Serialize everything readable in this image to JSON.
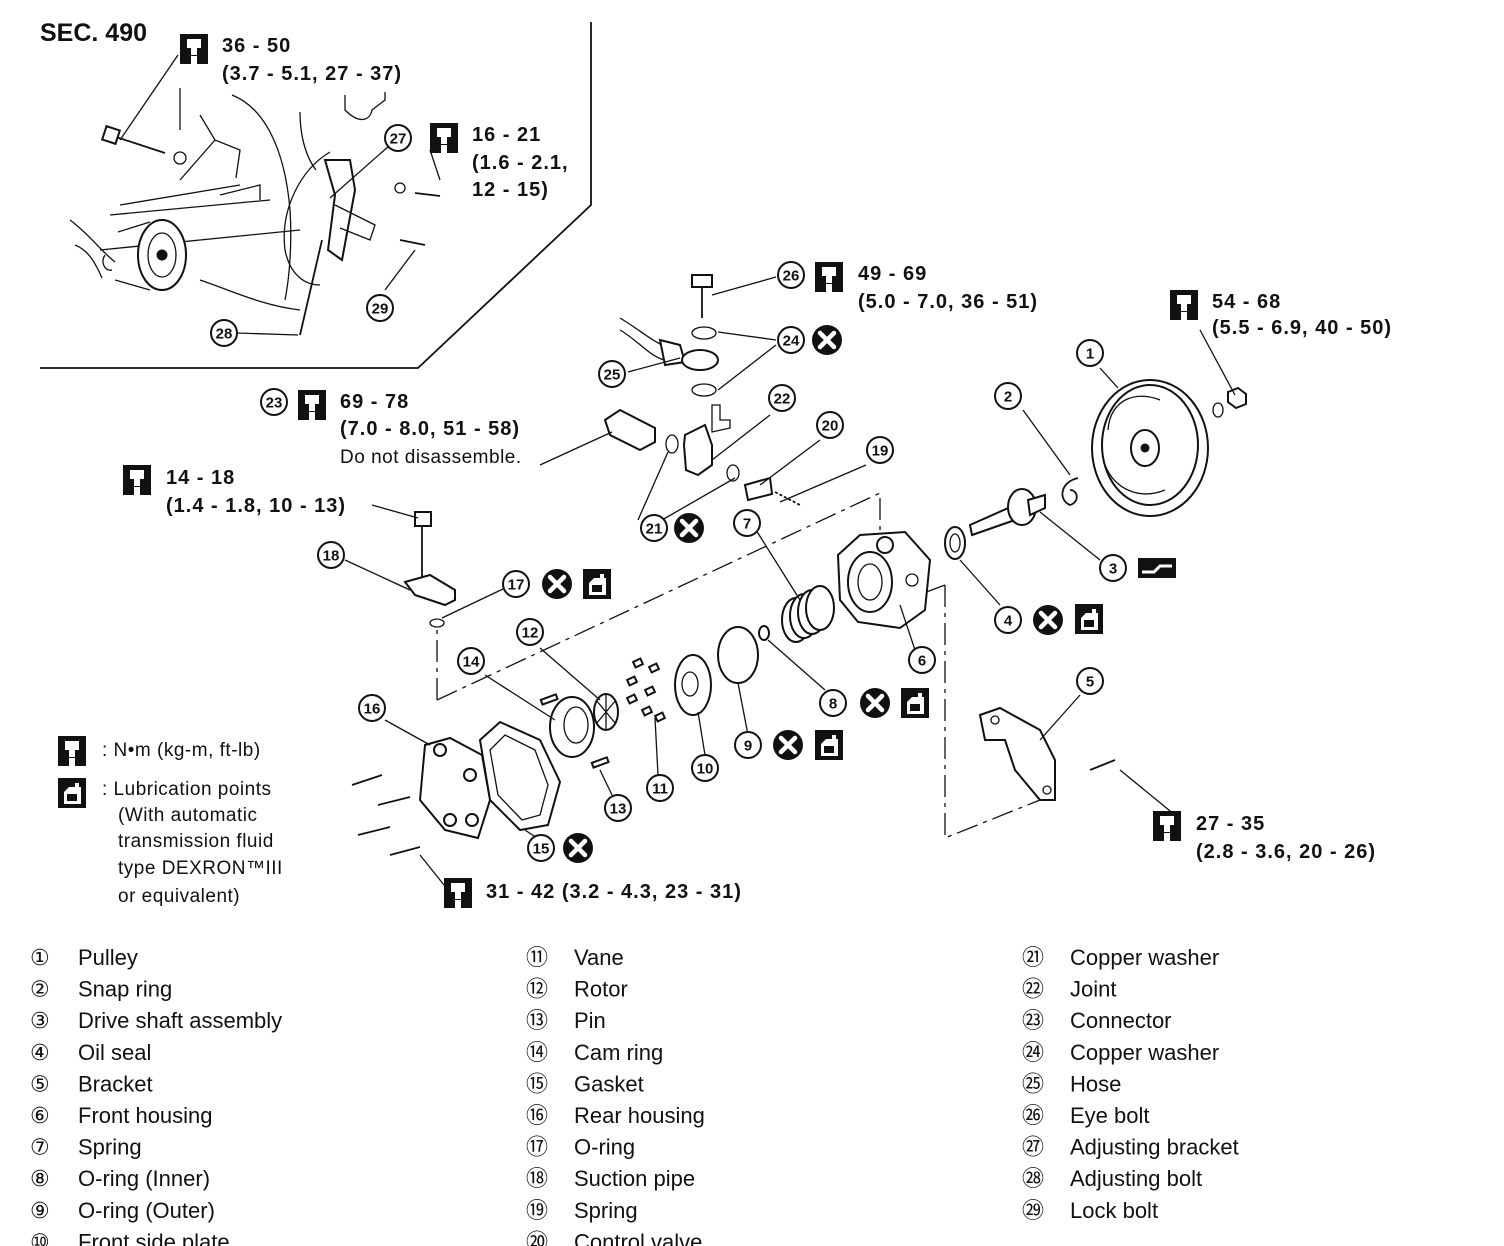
{
  "section": "SEC. 490",
  "torque_callouts": [
    {
      "id": "t-36-50",
      "line1": "36 - 50",
      "line2": "(3.7 - 5.1, 27 - 37)"
    },
    {
      "id": "t-16-21",
      "line1": "16 - 21",
      "line2": "(1.6 - 2.1,",
      "line3": "12 - 15)"
    },
    {
      "id": "t-49-69",
      "line1": "49 - 69",
      "line2": "(5.0 - 7.0, 36 - 51)"
    },
    {
      "id": "t-54-68",
      "line1": "54 - 68",
      "line2": "(5.5 - 6.9, 40 - 50)"
    },
    {
      "id": "t-69-78",
      "line1": "69 - 78",
      "line2": "(7.0 - 8.0, 51 - 58)",
      "line3": "Do not disassemble."
    },
    {
      "id": "t-14-18",
      "line1": "14 - 18",
      "line2": "(1.4 - 1.8, 10 - 13)"
    },
    {
      "id": "t-27-35",
      "line1": "27 - 35",
      "line2": "(2.8 - 3.6, 20 - 26)"
    },
    {
      "id": "t-31-42",
      "line1": "31 - 42 (3.2 - 4.3, 23 - 31)"
    }
  ],
  "symbol_legend": {
    "torque": ": N•m (kg-m, ft-lb)",
    "lubrication": [
      ": Lubrication points",
      "(With automatic",
      "transmission fluid",
      "type DEXRON™III",
      "or equivalent)"
    ]
  },
  "markers": [
    "1",
    "2",
    "3",
    "4",
    "5",
    "6",
    "7",
    "8",
    "9",
    "10",
    "11",
    "12",
    "13",
    "14",
    "15",
    "16",
    "17",
    "18",
    "19",
    "20",
    "21",
    "22",
    "23",
    "24",
    "25",
    "26",
    "27",
    "28",
    "29"
  ],
  "parts": [
    {
      "num": "①",
      "name": "Pulley"
    },
    {
      "num": "②",
      "name": "Snap ring"
    },
    {
      "num": "③",
      "name": "Drive shaft assembly"
    },
    {
      "num": "④",
      "name": "Oil seal"
    },
    {
      "num": "⑤",
      "name": "Bracket"
    },
    {
      "num": "⑥",
      "name": "Front housing"
    },
    {
      "num": "⑦",
      "name": "Spring"
    },
    {
      "num": "⑧",
      "name": "O-ring (Inner)"
    },
    {
      "num": "⑨",
      "name": "O-ring (Outer)"
    },
    {
      "num": "⑩",
      "name": "Front side plate"
    },
    {
      "num": "⑪",
      "name": "Vane"
    },
    {
      "num": "⑫",
      "name": "Rotor"
    },
    {
      "num": "⑬",
      "name": "Pin"
    },
    {
      "num": "⑭",
      "name": "Cam ring"
    },
    {
      "num": "⑮",
      "name": "Gasket"
    },
    {
      "num": "⑯",
      "name": "Rear housing"
    },
    {
      "num": "⑰",
      "name": "O-ring"
    },
    {
      "num": "⑱",
      "name": "Suction pipe"
    },
    {
      "num": "⑲",
      "name": "Spring"
    },
    {
      "num": "⑳",
      "name": "Control valve"
    },
    {
      "num": "㉑",
      "name": "Copper washer"
    },
    {
      "num": "㉒",
      "name": "Joint"
    },
    {
      "num": "㉓",
      "name": "Connector"
    },
    {
      "num": "㉔",
      "name": "Copper washer"
    },
    {
      "num": "㉕",
      "name": "Hose"
    },
    {
      "num": "㉖",
      "name": "Eye bolt"
    },
    {
      "num": "㉗",
      "name": "Adjusting bracket"
    },
    {
      "num": "㉘",
      "name": "Adjusting bolt"
    },
    {
      "num": "㉙",
      "name": "Lock bolt"
    }
  ]
}
